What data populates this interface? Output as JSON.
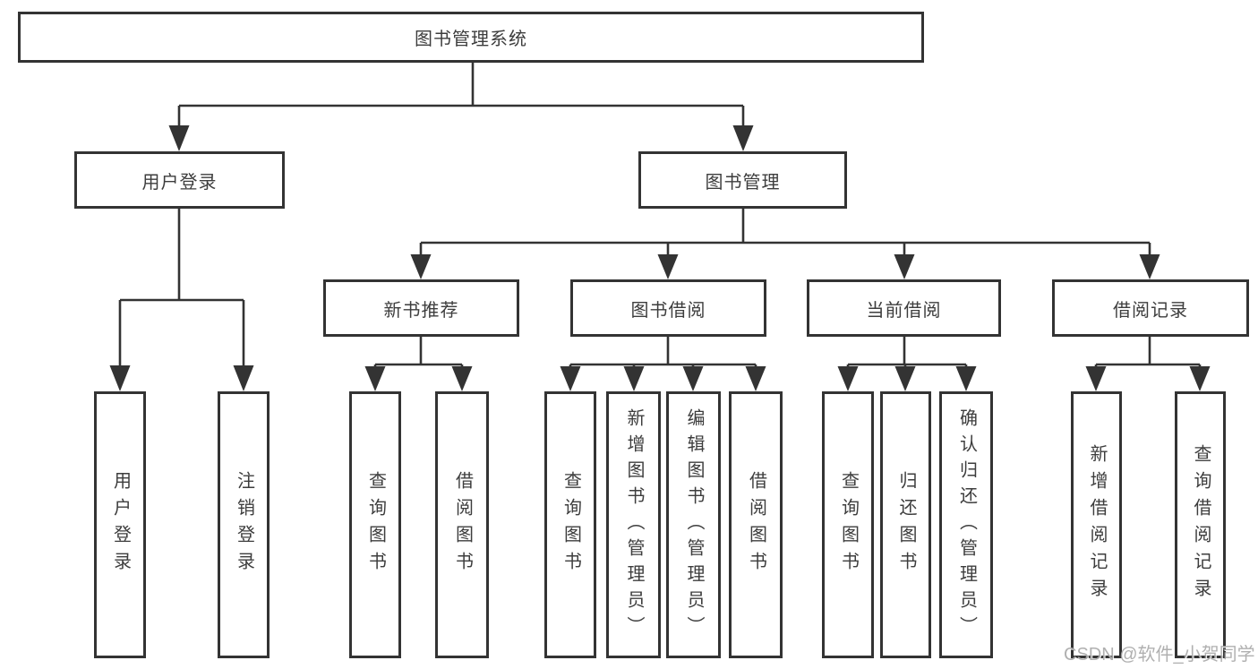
{
  "nodes": {
    "root": "图书管理系统",
    "user_login": "用户登录",
    "book_management": "图书管理",
    "new_book_recommend": "新书推荐",
    "book_borrowing": "图书借阅",
    "current_borrowing": "当前借阅",
    "borrowing_records": "借阅记录",
    "leaf_user_login": "用户登录",
    "leaf_logout": "注销登录",
    "leaf_query_books_recommend": "查询图书",
    "leaf_borrow_books_recommend": "借阅图书",
    "leaf_query_books_borrowing": "查询图书",
    "leaf_add_books_admin": "新增图书（管理员）",
    "leaf_edit_books_admin": "编辑图书（管理员）",
    "leaf_borrow_books_borrowing": "借阅图书",
    "leaf_query_books_current": "查询图书",
    "leaf_return_books": "归还图书",
    "leaf_confirm_return_admin": "确认归还（管理员）",
    "leaf_add_borrow_record": "新增借阅记录",
    "leaf_query_borrow_record": "查询借阅记录"
  },
  "structure": {
    "root": "图书管理系统",
    "children": [
      {
        "label": "用户登录",
        "children": [
          "用户登录",
          "注销登录"
        ]
      },
      {
        "label": "图书管理",
        "children": [
          {
            "label": "新书推荐",
            "children": [
              "查询图书",
              "借阅图书"
            ]
          },
          {
            "label": "图书借阅",
            "children": [
              "查询图书",
              "新增图书（管理员）",
              "编辑图书（管理员）",
              "借阅图书"
            ]
          },
          {
            "label": "当前借阅",
            "children": [
              "查询图书",
              "归还图书",
              "确认归还（管理员）"
            ]
          },
          {
            "label": "借阅记录",
            "children": [
              "新增借阅记录",
              "查询借阅记录"
            ]
          }
        ]
      }
    ]
  },
  "watermark": "CSDN @软件_小贺同学",
  "colors": {
    "line": "#333333",
    "border": "#333333",
    "text": "#3d3d3d",
    "watermark": "#a8a8a8",
    "background": "#ffffff"
  }
}
